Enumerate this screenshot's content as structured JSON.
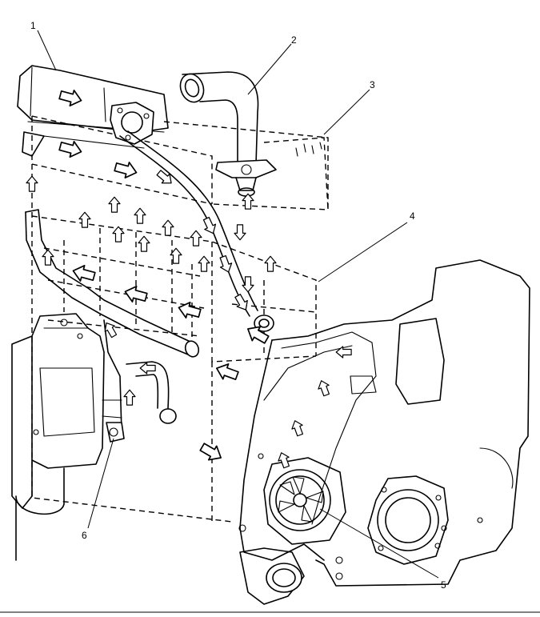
{
  "callouts": {
    "c1": "1",
    "c2": "2",
    "c3": "3",
    "c4": "4",
    "c5": "5",
    "c6": "6"
  },
  "icons": {
    "flow_arrow": "hollow-block-arrow"
  }
}
